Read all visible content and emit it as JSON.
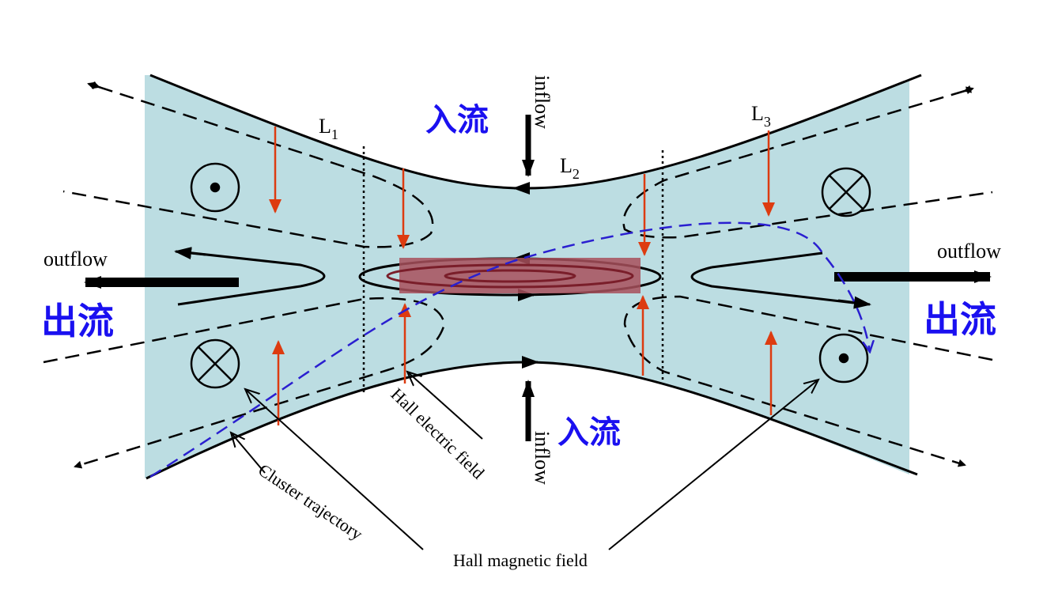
{
  "labels": {
    "inflow_cn_top": "入流",
    "inflow_cn_bottom": "入流",
    "inflow_top": "inflow",
    "inflow_bottom": "inflow",
    "outflow_left": "outflow",
    "outflow_right": "outflow",
    "outflow_cn_left": "出流",
    "outflow_cn_right": "出流",
    "L1": "L",
    "L1_sub": "1",
    "L2": "L",
    "L2_sub": "2",
    "L3": "L",
    "L3_sub": "3",
    "hall_electric": "Hall electric field",
    "hall_magnetic": "Hall magnetic field",
    "cluster_trajectory": "Cluster trajectory"
  },
  "colors": {
    "region": "#bcdde2",
    "field_arrow": "#dd3b10",
    "current_sheet": "#a8505c",
    "trajectory": "#2a1fd0",
    "cn_text": "#1a10f0"
  }
}
